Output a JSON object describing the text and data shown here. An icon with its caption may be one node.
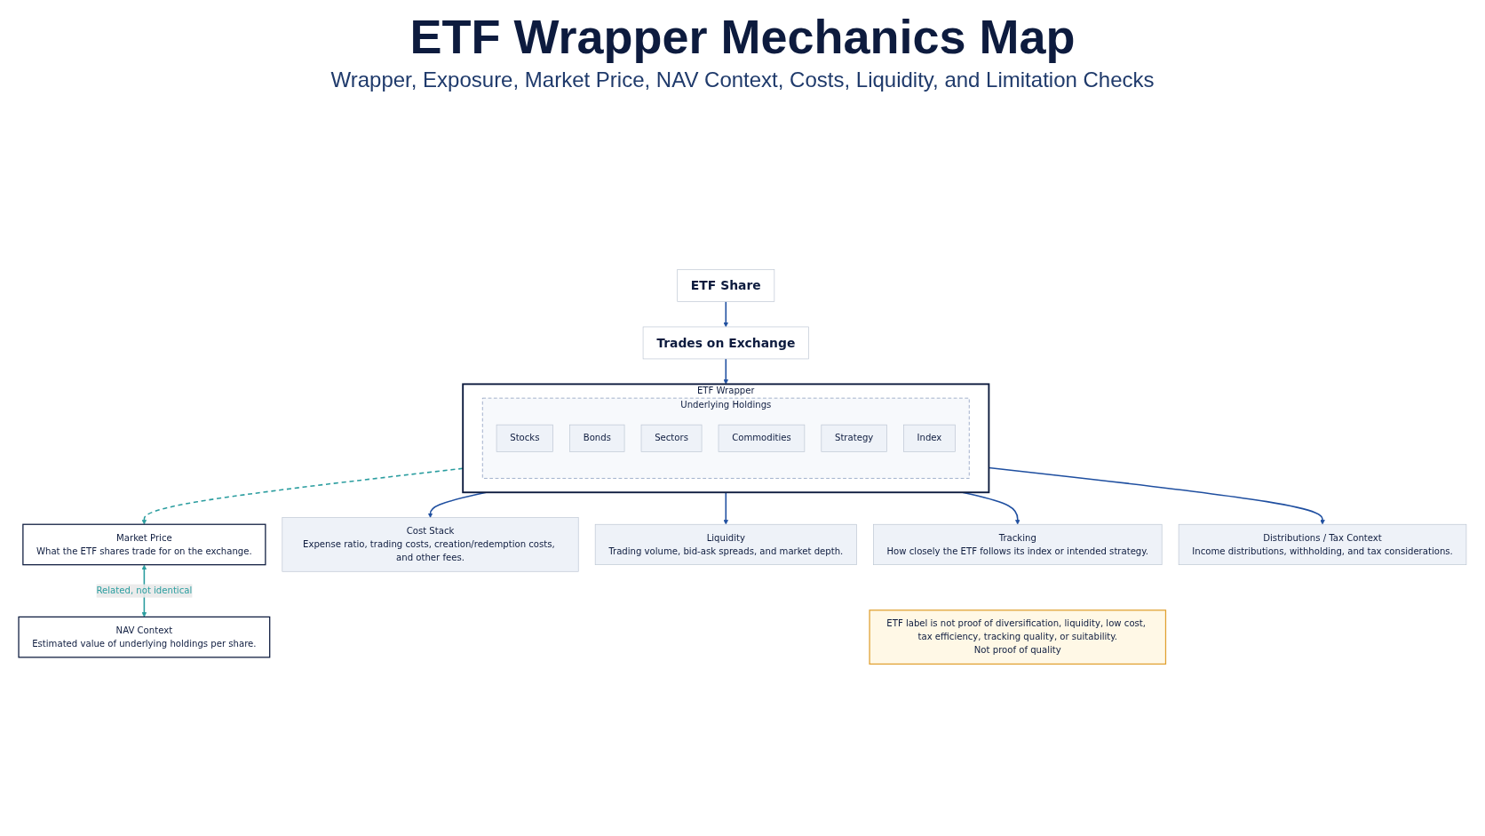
{
  "diagram": {
    "title": "ETF Wrapper Mechanics Map",
    "nodes": [
      {
        "text": [
          "ETF Share"
        ]
      },
      {
        "text": [
          "Trades on Exchange"
        ]
      },
      {
        "text": [
          "ETF Wrapper"
        ]
      },
      {
        "text": [
          "Underlying Holdings"
        ],
        "in": 2
      },
      {
        "text": [
          "Stocks"
        ],
        "in": 3
      },
      {
        "text": [
          "Bonds"
        ],
        "in": 3
      },
      {
        "text": [
          "Sectors"
        ],
        "in": 3
      },
      {
        "text": [
          "Commodities"
        ],
        "in": 3
      },
      {
        "text": [
          "Strategy"
        ],
        "in": 3
      },
      {
        "text": [
          "Index"
        ],
        "in": 3
      },
      {
        "text": [
          "Market Price",
          "What the ETF shares trade for on the exchange."
        ]
      },
      {
        "text": [
          "NAV Context",
          "Estimated value of underlying holdings per share."
        ]
      },
      {
        "text": [
          "Cost Stack",
          "Expense ratio, trading costs, creation/redemption costs, and other fees."
        ]
      },
      {
        "text": [
          "Liquidity",
          "Trading volume, bid-ask spreads, and market depth."
        ]
      },
      {
        "text": [
          "Tracking",
          "How closely the ETF follows its index or intended strategy."
        ]
      },
      {
        "text": [
          "Distributions / Tax Context",
          "Income distributions, withholding, and tax considerations."
        ]
      },
      {
        "text": [
          "ETF label is not proof of diversification, liquidity, low cost, tax efficiency, tracking quality, or suitability.",
          "Not proof of quality"
        ]
      }
    ],
    "edges": [
      {
        "from": 0,
        "to": 1,
        "arrow": "to"
      },
      {
        "from": 1,
        "to": 2,
        "arrow": "to"
      },
      {
        "from": 2,
        "to": 10,
        "arrow": "to",
        "style": "dashed",
        "color": "#2a9d9f"
      },
      {
        "from": 10,
        "to": 11,
        "arrow": "both",
        "label": "Related, not identical",
        "color": "#2a9d9f"
      },
      {
        "from": 2,
        "to": 12,
        "arrow": "to"
      },
      {
        "from": 2,
        "to": 13,
        "arrow": "to"
      },
      {
        "from": 2,
        "to": 14,
        "arrow": "to"
      },
      {
        "from": 2,
        "to": 15,
        "arrow": "to"
      }
    ],
    "labels": [
      "Wrapper, Exposure, Market Price, NAV Context, Costs, Liquidity, and Limitation Checks"
    ]
  }
}
